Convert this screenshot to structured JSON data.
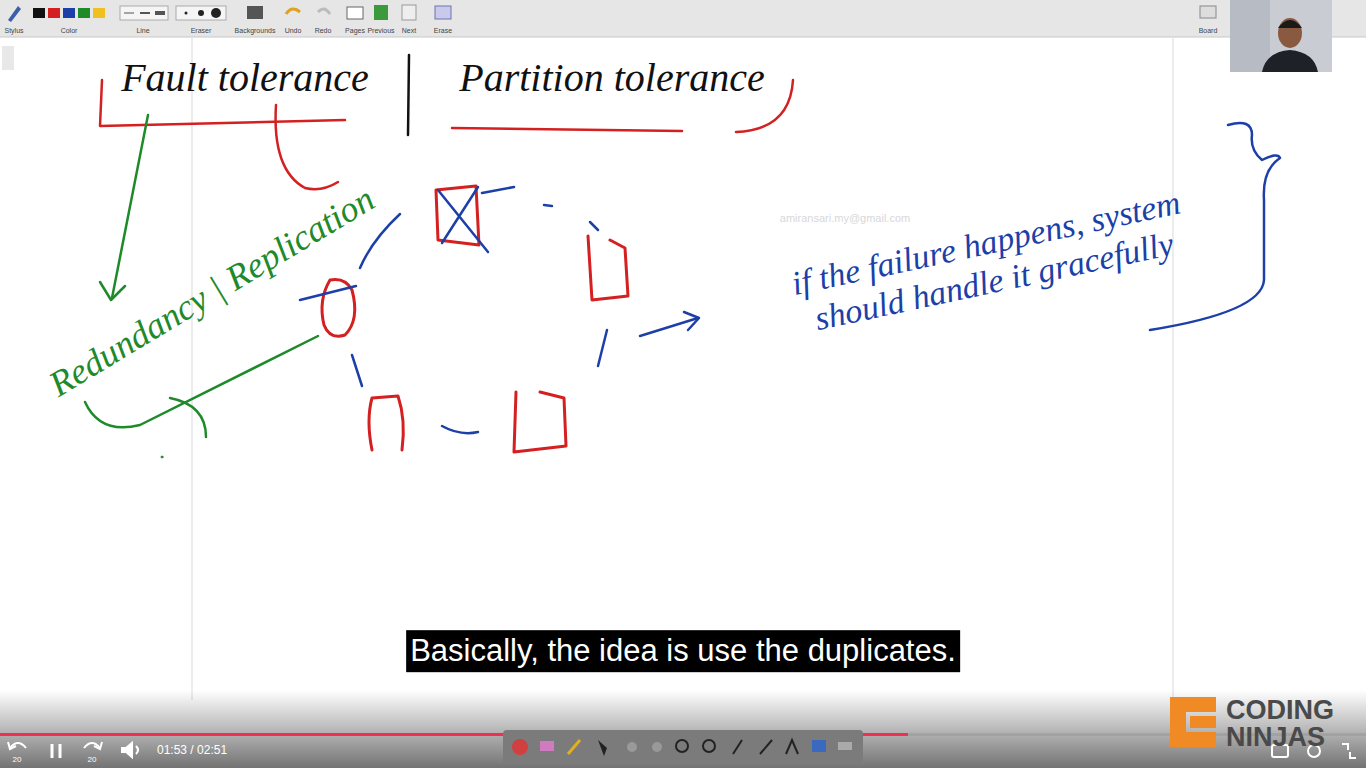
{
  "diagram": {
    "labels": [
      "Stylus",
      "Color",
      "Line",
      "Eraser",
      "Backgrounds",
      "Undo",
      "Redo",
      "Pages",
      "Previous",
      "Next",
      "Erase",
      "Board",
      "Fault tolerance",
      "Partition tolerance",
      "Redundancy | Replication",
      "if the failure happens, system should handle it gracefully",
      "amiransari.my@gmail.com",
      "Basically, the idea is use the duplicates.",
      "CODING",
      "NINJAS",
      "20",
      "20",
      "01:53 / 02:51"
    ]
  }
}
